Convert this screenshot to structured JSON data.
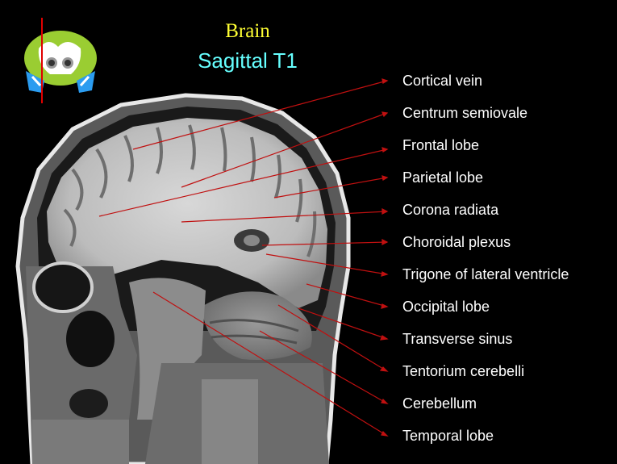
{
  "title": "Brain",
  "subtitle": "Sagittal T1",
  "colors": {
    "title": "#ffff33",
    "subtitle": "#66ffff",
    "label": "#ffffff",
    "pointer": "#c01010"
  },
  "labels": [
    "Cortical vein",
    "Centrum semiovale",
    "Frontal lobe",
    "Parietal lobe",
    "Corona radiata",
    "Choroidal plexus",
    "Trigone of lateral ventricle",
    "Occipital lobe",
    "Transverse sinus",
    "Tentorium cerebelli",
    "Cerebellum",
    "Temporal lobe"
  ]
}
